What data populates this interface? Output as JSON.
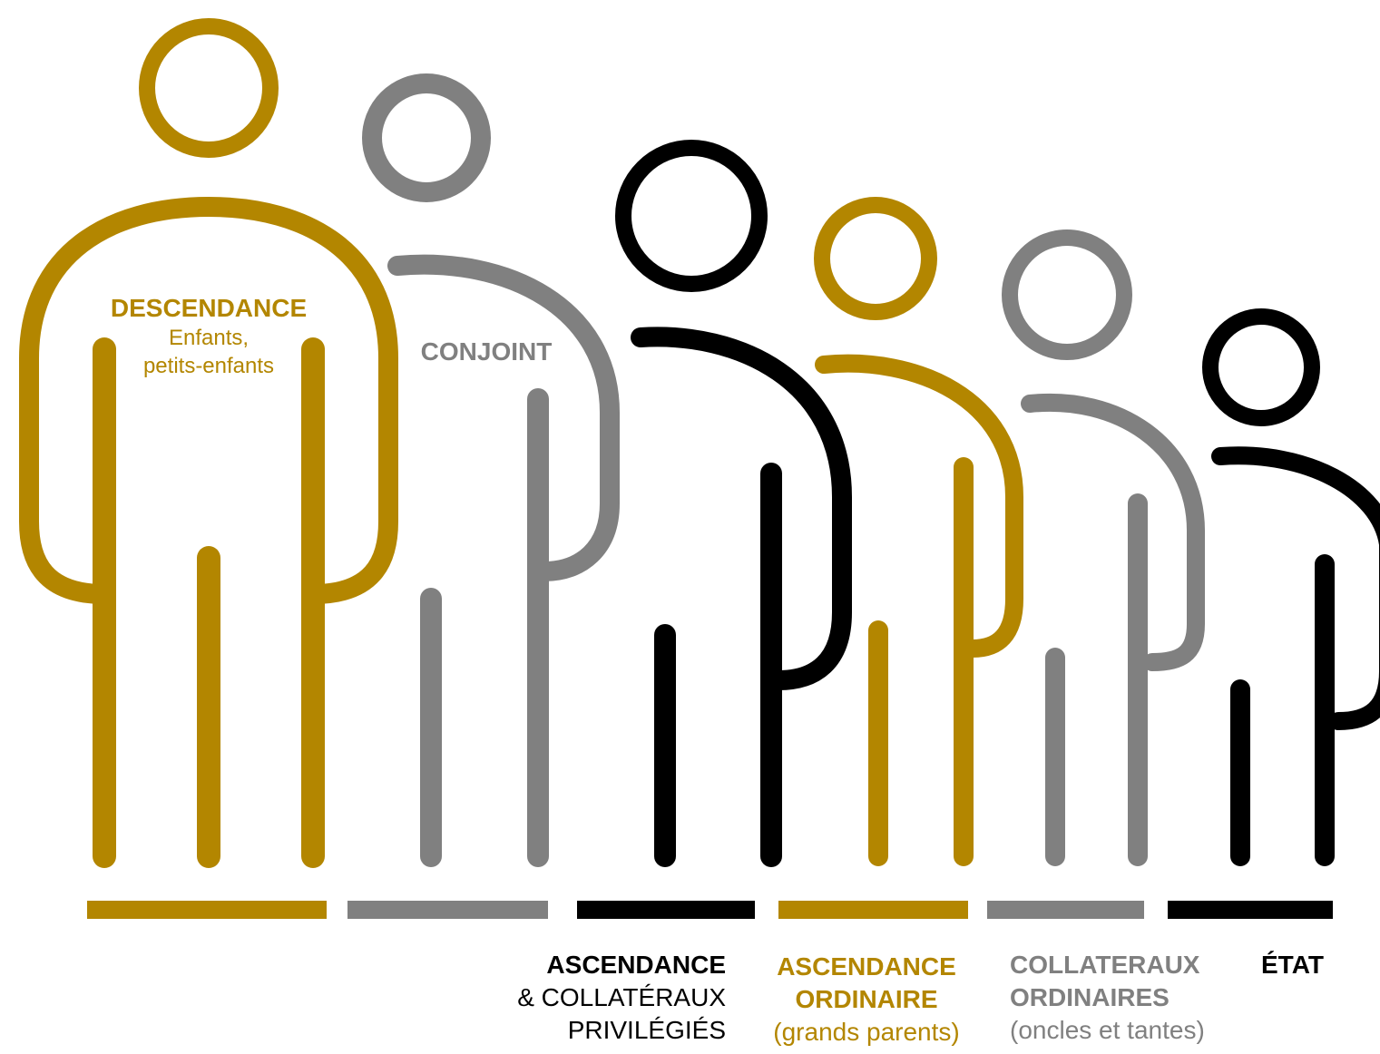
{
  "colors": {
    "gold": "#b38600",
    "gray": "#808080",
    "black": "#000000"
  },
  "figures": [
    {
      "id": "descendance",
      "color": "gold"
    },
    {
      "id": "conjoint",
      "color": "gray"
    },
    {
      "id": "ascendance-privilegies",
      "color": "black"
    },
    {
      "id": "ascendance-ordinaire",
      "color": "gold"
    },
    {
      "id": "collateraux-ordinaires",
      "color": "gray"
    },
    {
      "id": "etat",
      "color": "black"
    }
  ],
  "labels": {
    "descendance": {
      "title": "DESCENDANCE",
      "sub1": "Enfants,",
      "sub2": "petits-enfants"
    },
    "conjoint": {
      "title": "CONJOINT"
    },
    "ascendance_privilegies": {
      "title": "ASCENDANCE",
      "sub1": "& COLLATÉRAUX",
      "sub2": "PRIVILÉGIÉS"
    },
    "ascendance_ordinaire": {
      "title1": "ASCENDANCE",
      "title2": "ORDINAIRE",
      "sub": "(grands parents)"
    },
    "collateraux_ordinaires": {
      "title1": "COLLATERAUX",
      "title2": "ORDINAIRES",
      "sub": "(oncles et tantes)"
    },
    "etat": {
      "title": "ÉTAT"
    }
  }
}
